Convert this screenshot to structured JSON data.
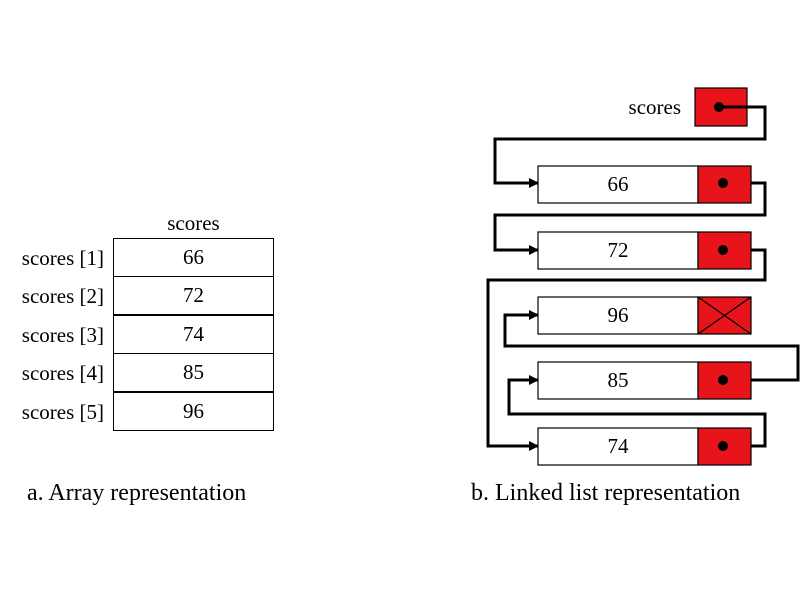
{
  "array": {
    "title": "scores",
    "labels": [
      "scores [1]",
      "scores [2]",
      "scores [3]",
      "scores [4]",
      "scores [5]"
    ],
    "values": [
      "66",
      "72",
      "74",
      "85",
      "96"
    ],
    "caption": "a. Array representation"
  },
  "list": {
    "head_label": "scores",
    "nodes": [
      "66",
      "72",
      "96",
      "85",
      "74"
    ],
    "caption": "b. Linked list representation"
  },
  "colors": {
    "pointer_fill": "#e8141b",
    "line": "#000000",
    "box_fill": "#ffffff"
  }
}
